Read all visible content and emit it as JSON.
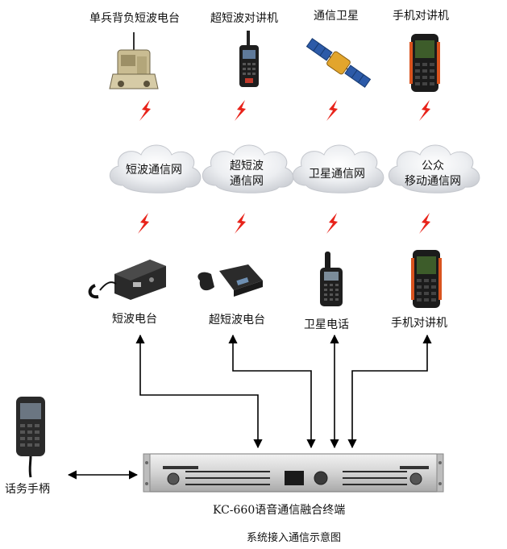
{
  "top_devices": [
    {
      "label": "单兵背负短波电台",
      "icon": "manpack-radio-icon"
    },
    {
      "label": "超短波对讲机",
      "icon": "walkie-talkie-icon"
    },
    {
      "label": "通信卫星",
      "icon": "satellite-icon"
    },
    {
      "label": "手机对讲机",
      "icon": "rugged-phone-icon"
    }
  ],
  "networks": [
    {
      "line1": "短波通信网",
      "line2": ""
    },
    {
      "line1": "超短波",
      "line2": "通信网"
    },
    {
      "line1": "卫星通信网",
      "line2": ""
    },
    {
      "line1": "公众",
      "line2": "移动通信网"
    }
  ],
  "bottom_devices": [
    {
      "label": "短波电台",
      "icon": "hf-radio-station-icon"
    },
    {
      "label": "超短波电台",
      "icon": "vhf-radio-station-icon"
    },
    {
      "label": "卫星电话",
      "icon": "satellite-phone-icon"
    },
    {
      "label": "手机对讲机",
      "icon": "rugged-phone-icon"
    }
  ],
  "handset": {
    "label": "话务手柄",
    "icon": "handset-icon"
  },
  "terminal": {
    "label": "KC-660语音通信融合终端",
    "icon": "rack-terminal-icon"
  },
  "caption": "系统接入通信示意图",
  "colors": {
    "lightning": "#e8231a",
    "cloud": "#dcdee3",
    "arrow": "#000000"
  }
}
